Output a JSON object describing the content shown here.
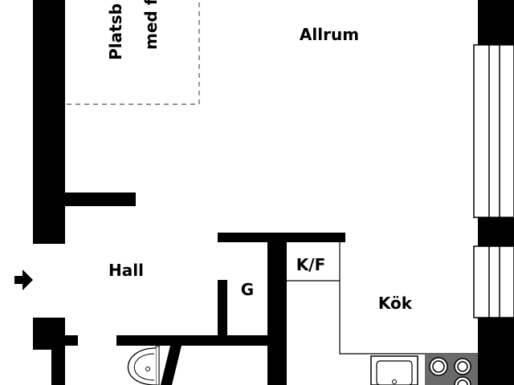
{
  "plan": {
    "rooms": {
      "allrum": "Allrum",
      "hall": "Hall",
      "kok": "Kök",
      "kf": "K/F",
      "g": "G"
    },
    "bed_note": {
      "line1": "Platsb",
      "line2": "med f"
    },
    "colors": {
      "wall": "#000000",
      "background": "#ffffff",
      "dashed_outline": "#555555",
      "stove": "#6a6a6a"
    },
    "icons": [
      "entrance-arrow-icon",
      "sink-icon",
      "stove-icon",
      "bathroom-basin-icon"
    ]
  }
}
